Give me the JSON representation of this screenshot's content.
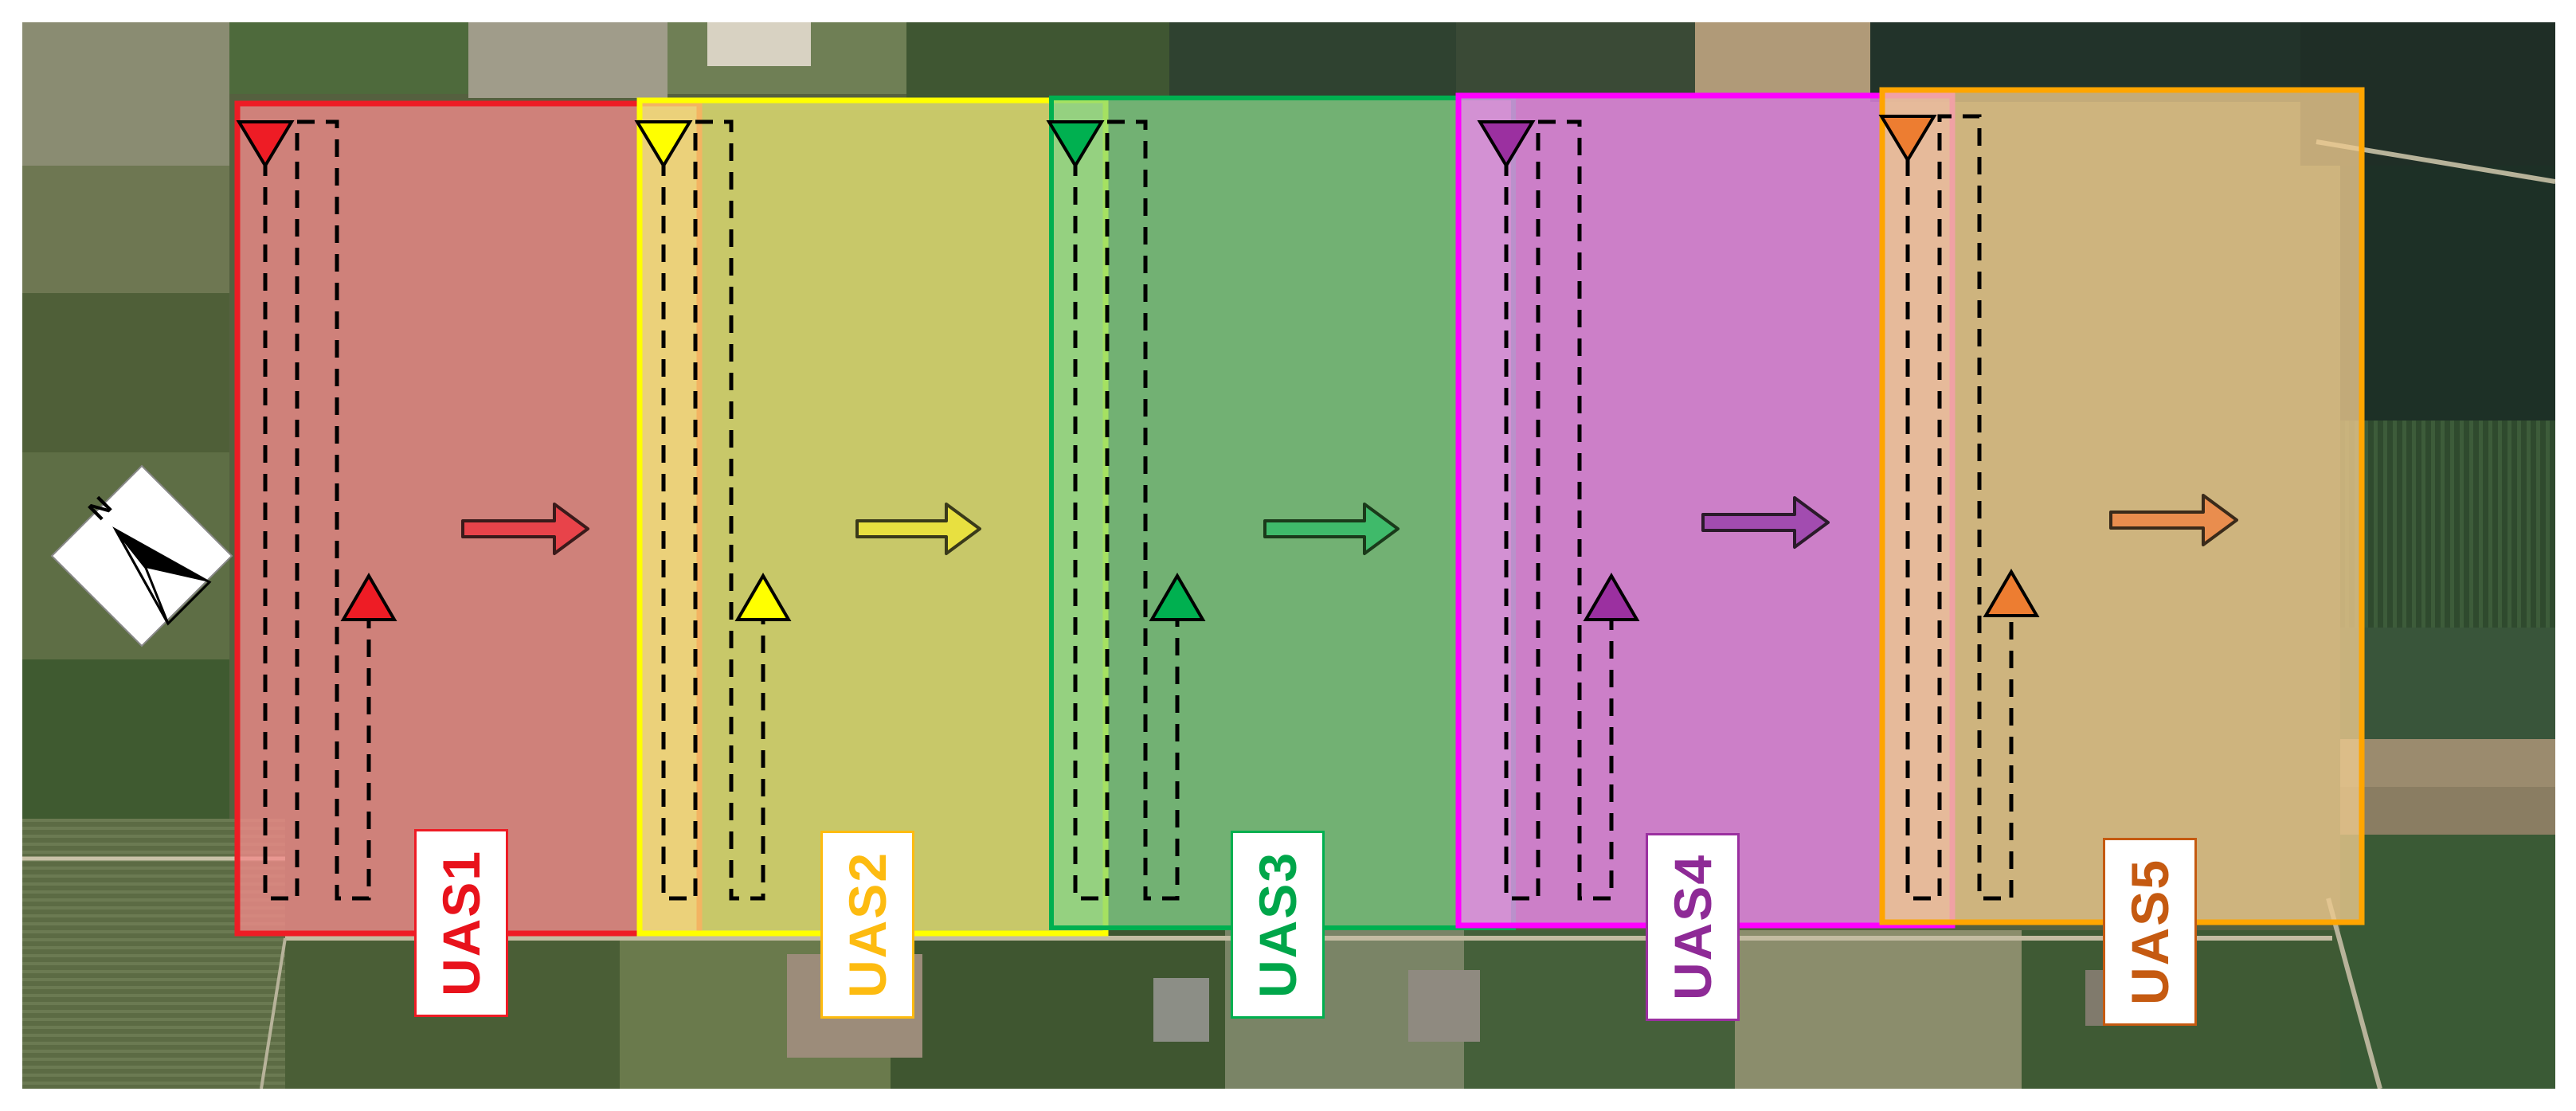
{
  "map": {
    "compass": {
      "label": "N"
    },
    "areas": [
      {
        "id": "UAS1",
        "label": "UAS1",
        "color": "#ee1c25",
        "fill": "#f28a8a",
        "text_color": "#e8121b",
        "start_marker": "down-triangle",
        "end_marker": "up-triangle",
        "direction": "east"
      },
      {
        "id": "UAS2",
        "label": "UAS2",
        "color": "#ffff00",
        "fill": "#f5f07a",
        "text_color": "#fdbb10",
        "start_marker": "down-triangle",
        "end_marker": "up-triangle",
        "direction": "east"
      },
      {
        "id": "UAS3",
        "label": "UAS3",
        "color": "#00b050",
        "fill": "#7fd48a",
        "text_color": "#00a64a",
        "start_marker": "down-triangle",
        "end_marker": "up-triangle",
        "direction": "east"
      },
      {
        "id": "UAS4",
        "label": "UAS4",
        "color": "#9b30a0",
        "fill": "#ee88ee",
        "border": "#ff00ff",
        "text_color": "#8e2a96",
        "start_marker": "down-triangle",
        "end_marker": "up-triangle",
        "direction": "east"
      },
      {
        "id": "UAS5",
        "label": "UAS5",
        "color": "#ed7d31",
        "fill": "#ecc98e",
        "border": "#ffa500",
        "text_color": "#c55a11",
        "start_marker": "down-triangle",
        "end_marker": "up-triangle",
        "direction": "east"
      }
    ]
  }
}
